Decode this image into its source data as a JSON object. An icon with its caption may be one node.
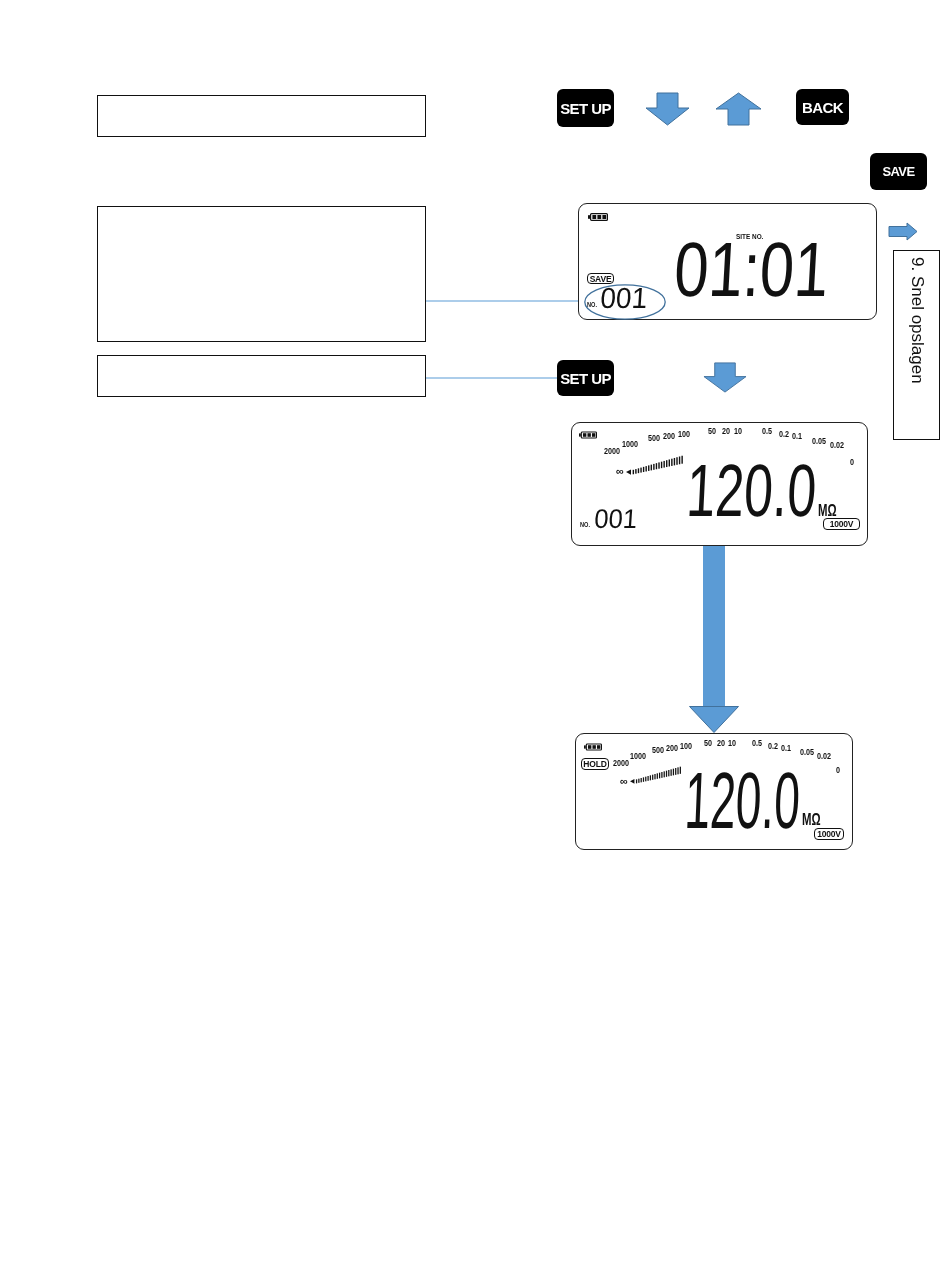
{
  "diagram": {
    "nodes": [
      {
        "text": [],
        "shape": "box"
      },
      {
        "text": [
          "SET UP"
        ]
      },
      {
        "text": [
          "BACK"
        ]
      },
      {
        "text": [
          "SAVE"
        ]
      },
      {
        "text": [],
        "shape": "box"
      },
      {
        "text": [
          "SITE NO.",
          "01:01"
        ]
      },
      {
        "text": [
          "SAVE"
        ],
        "in": 5
      },
      {
        "text": [
          "NO.",
          "001"
        ],
        "in": 5
      },
      {
        "text": [
          "9. Snel opslagen"
        ]
      },
      {
        "text": [],
        "shape": "box"
      },
      {
        "text": [
          "SET UP"
        ]
      },
      {
        "text": [
          "2000",
          "1000",
          "500",
          "200",
          "100",
          "50",
          "20",
          "10",
          "0.5",
          "0.2",
          "0.1",
          "0.05",
          "0.02",
          "0",
          "∞",
          "120.0",
          "MΩ",
          "NO.",
          "001"
        ]
      },
      {
        "text": [
          "1000V"
        ],
        "in": 11
      },
      {
        "text": [
          "2000",
          "1000",
          "500",
          "200",
          "100",
          "50",
          "20",
          "10",
          "0.5",
          "0.2",
          "0.1",
          "0.05",
          "0.02",
          "0",
          "∞",
          "120.0",
          "MΩ"
        ]
      },
      {
        "text": [
          "HOLD"
        ],
        "in": 13
      },
      {
        "text": [
          "1000V"
        ],
        "in": 13
      }
    ],
    "edges": [
      {
        "from": 4,
        "to": 7,
        "arrow": "none"
      },
      {
        "from": 9,
        "to": 10,
        "arrow": "none"
      },
      {
        "from": 11,
        "to": 13,
        "arrow": "to",
        "style": "thick"
      }
    ]
  }
}
